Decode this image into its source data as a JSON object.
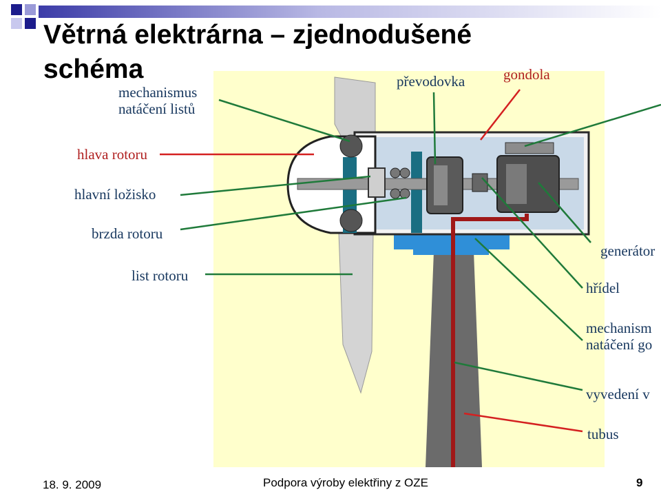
{
  "slide": {
    "title_line1": "Větrná elektrárna – zjednodušené",
    "title_line2": "schéma"
  },
  "labels": {
    "mechanismus_natoceni_listu": [
      "mechanismus",
      "natáčení listů"
    ],
    "prevodovka": "převodovka",
    "gondola": "gondola",
    "hlava_rotoru": "hlava rotoru",
    "hlavni_lozisko": "hlavní ložisko",
    "brzda_rotoru": "brzda rotoru",
    "list_rotoru": "list rotoru",
    "generator": "generátor",
    "hridel": "hřídel",
    "mechanismus_natoceni_gondoly": [
      "mechanism",
      "natáčení go"
    ],
    "vyvedeni": "vyvedení v",
    "tubus": "tubus"
  },
  "footer": {
    "date": "18. 9. 2009",
    "center": "Podpora výroby elektřiny z OZE",
    "page": "9"
  },
  "colors": {
    "label_text": "#17375e",
    "label_red": "#b02020",
    "leader_green": "#1f7a3a",
    "leader_red": "#d42020",
    "panel_bg": "#ffffcc",
    "nacelle": "#c8d8e8",
    "hub_frame": "#1a6e82",
    "tower": "#6a6a6a",
    "cable": "#a01818"
  }
}
